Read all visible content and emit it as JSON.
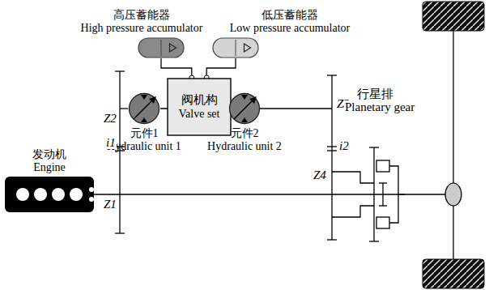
{
  "diagram": {
    "nodes": [
      {
        "text": [
          "高压蓄能器",
          "High pressure accumulator"
        ]
      },
      {
        "text": [
          "低压蓄能器",
          "Low pressure accumulator"
        ]
      },
      {
        "text": [
          "阀机构",
          "Valve set"
        ]
      },
      {
        "text": [
          "元件1",
          "Hydraulic unit 1"
        ]
      },
      {
        "text": [
          "元件2",
          "Hydraulic unit 2"
        ]
      },
      {
        "text": [
          "发动机",
          "Engine"
        ]
      }
    ],
    "edges": [
      {
        "from": 0,
        "to": 2,
        "arrow": "none"
      },
      {
        "from": 1,
        "to": 2,
        "arrow": "none"
      },
      {
        "from": 3,
        "to": 2,
        "arrow": "none"
      },
      {
        "from": 2,
        "to": 4,
        "arrow": "none"
      }
    ],
    "labels": [
      "Z2",
      "i1",
      "Z1",
      "Z3",
      "i2",
      "Z4",
      "行星排",
      "Planetary gear"
    ]
  }
}
